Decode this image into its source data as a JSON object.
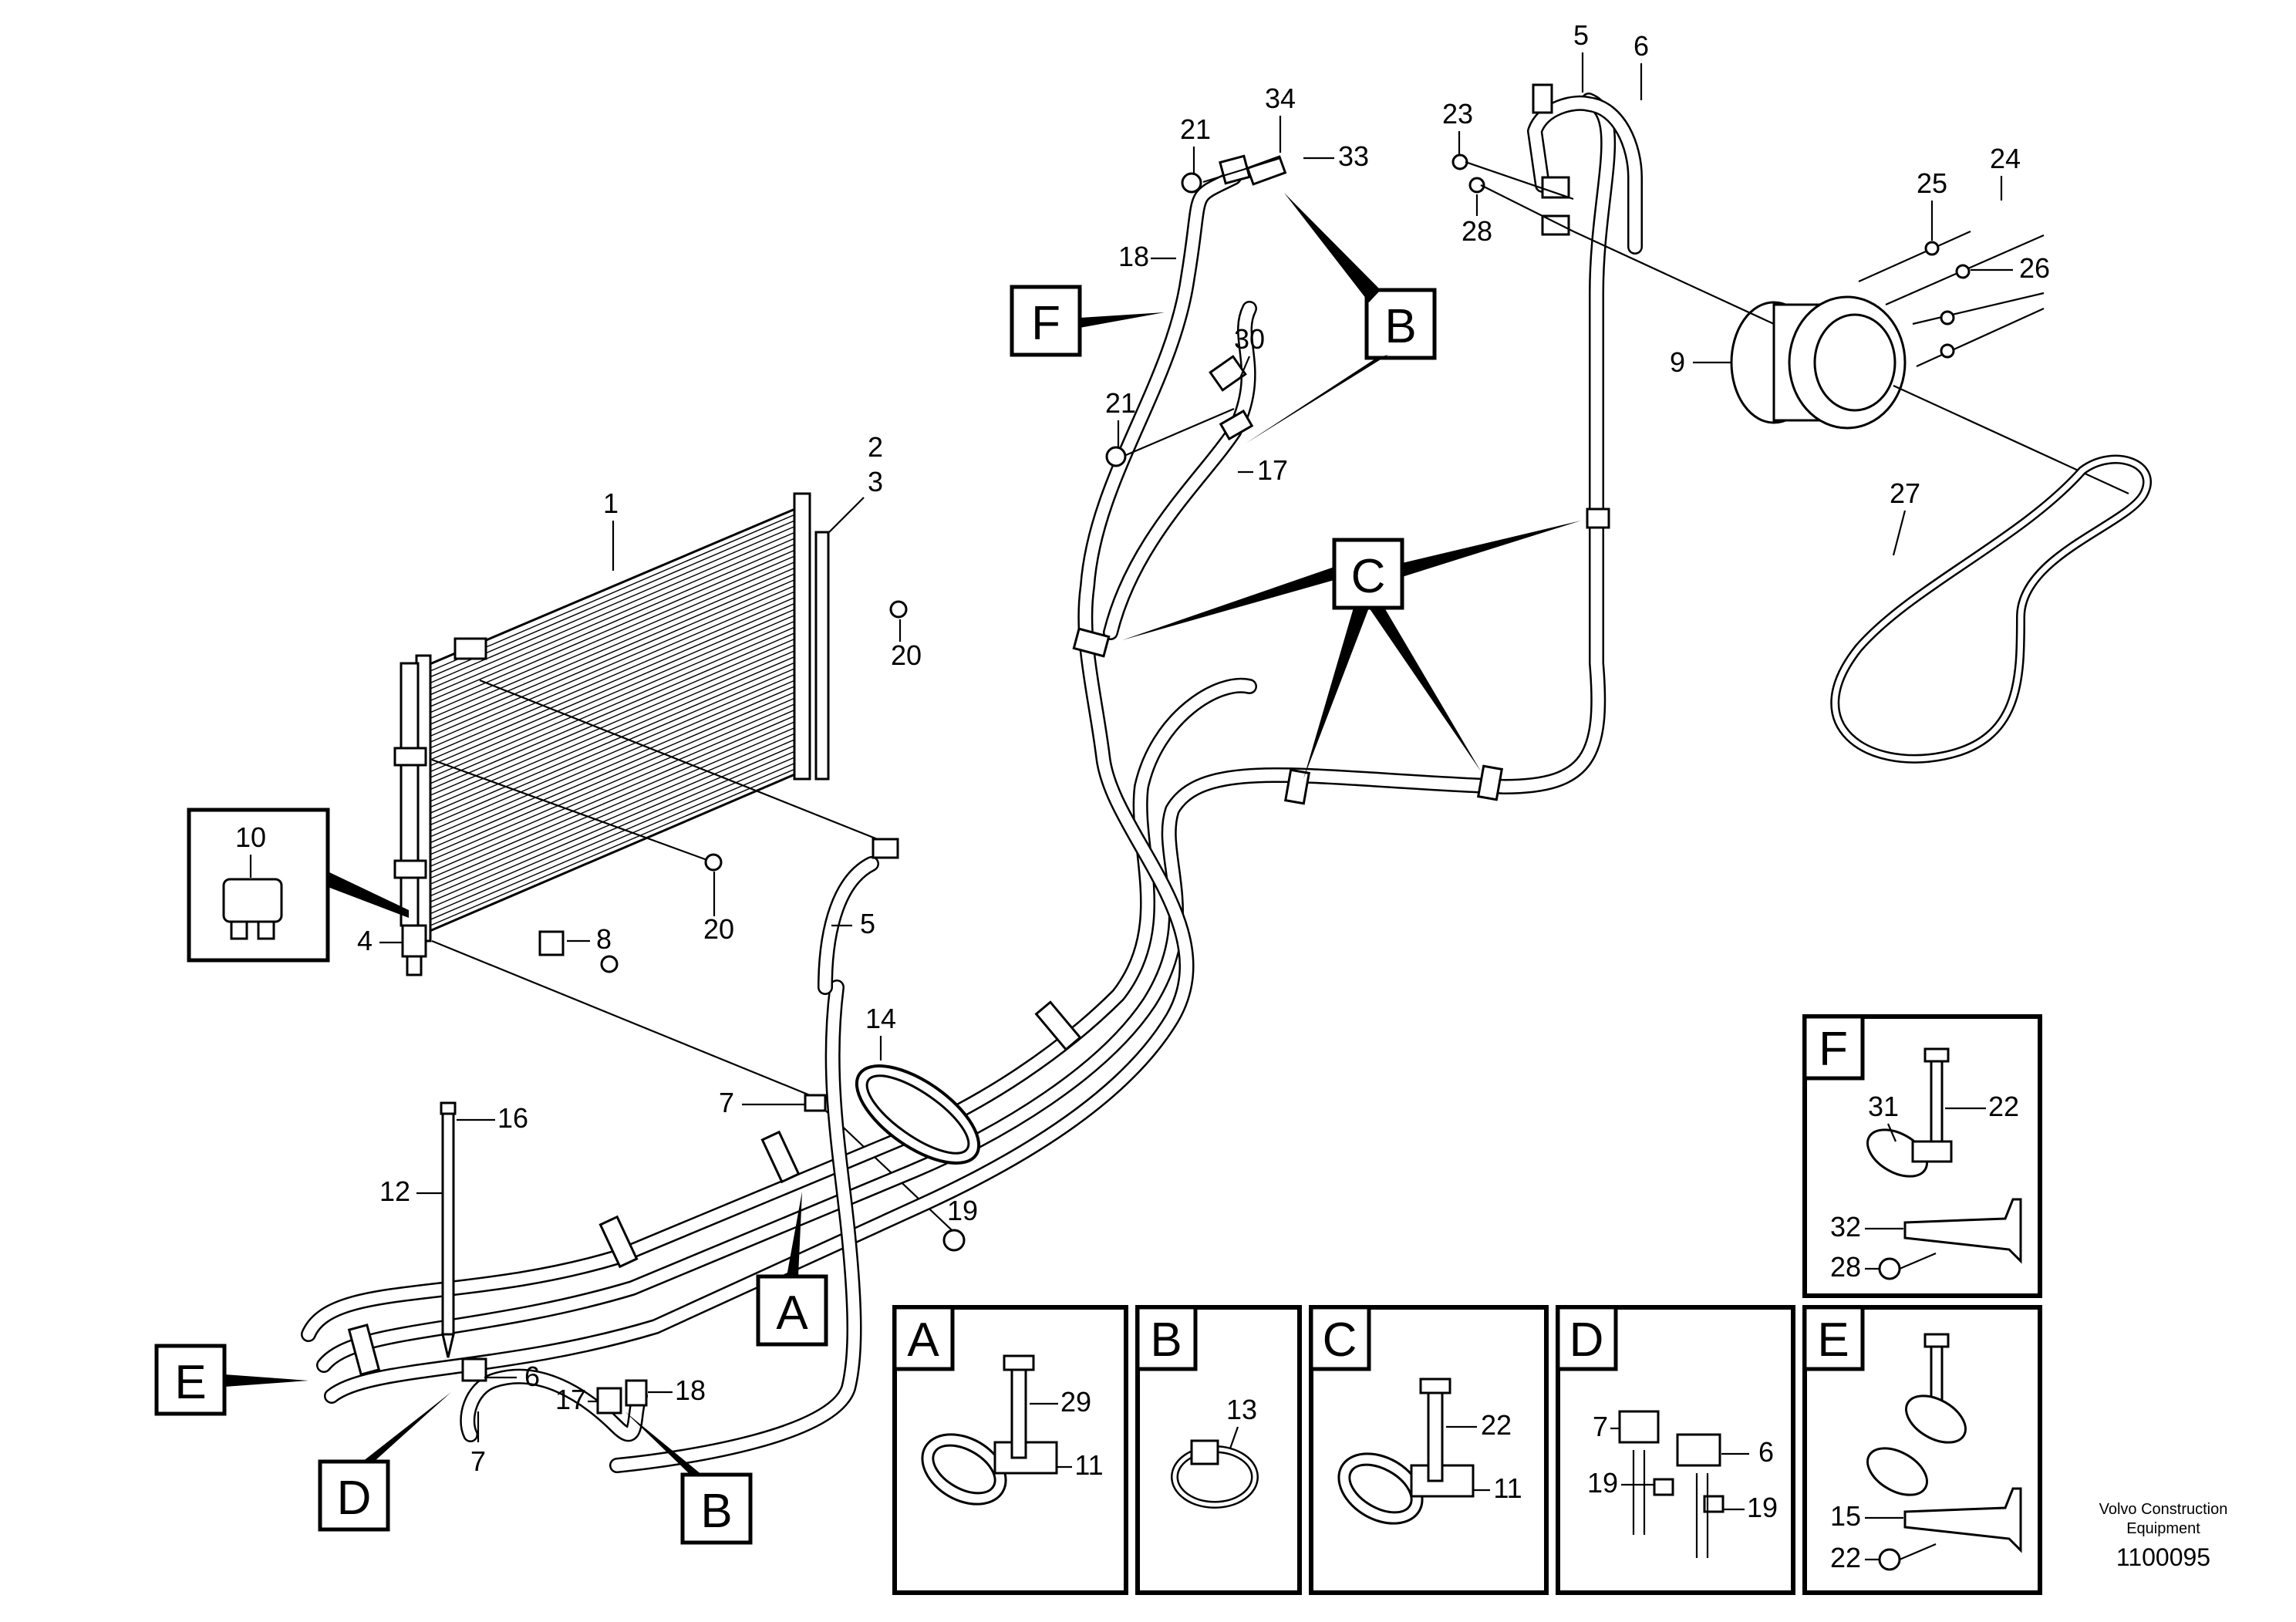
{
  "diagram": {
    "callouts": [
      {
        "id": "c1",
        "text": "1"
      },
      {
        "id": "c2",
        "text": "2"
      },
      {
        "id": "c3",
        "text": "3"
      },
      {
        "id": "c4",
        "text": "4"
      },
      {
        "id": "c5a",
        "text": "5"
      },
      {
        "id": "c5b",
        "text": "5"
      },
      {
        "id": "c6a",
        "text": "6"
      },
      {
        "id": "c6b",
        "text": "6"
      },
      {
        "id": "c7a",
        "text": "7"
      },
      {
        "id": "c7b",
        "text": "7"
      },
      {
        "id": "c8",
        "text": "8"
      },
      {
        "id": "c9",
        "text": "9"
      },
      {
        "id": "c10",
        "text": "10"
      },
      {
        "id": "c12",
        "text": "12"
      },
      {
        "id": "c14",
        "text": "14"
      },
      {
        "id": "c16",
        "text": "16"
      },
      {
        "id": "c17a",
        "text": "17"
      },
      {
        "id": "c17b",
        "text": "17"
      },
      {
        "id": "c18a",
        "text": "18"
      },
      {
        "id": "c18b",
        "text": "18"
      },
      {
        "id": "c19",
        "text": "19"
      },
      {
        "id": "c20a",
        "text": "20"
      },
      {
        "id": "c20b",
        "text": "20"
      },
      {
        "id": "c21a",
        "text": "21"
      },
      {
        "id": "c21b",
        "text": "21"
      },
      {
        "id": "c23",
        "text": "23"
      },
      {
        "id": "c24",
        "text": "24"
      },
      {
        "id": "c25",
        "text": "25"
      },
      {
        "id": "c26",
        "text": "26"
      },
      {
        "id": "c27",
        "text": "27"
      },
      {
        "id": "c28",
        "text": "28"
      },
      {
        "id": "c30",
        "text": "30"
      },
      {
        "id": "c33",
        "text": "33"
      },
      {
        "id": "c34",
        "text": "34"
      }
    ],
    "view_letters": [
      {
        "id": "vF",
        "text": "F"
      },
      {
        "id": "vB1",
        "text": "B"
      },
      {
        "id": "vB2",
        "text": "B"
      },
      {
        "id": "vC",
        "text": "C"
      },
      {
        "id": "vA",
        "text": "A"
      },
      {
        "id": "vE",
        "text": "E"
      },
      {
        "id": "vD",
        "text": "D"
      }
    ],
    "detail_views": [
      {
        "id": "A",
        "letter": "A",
        "labels": [
          "29",
          "11"
        ]
      },
      {
        "id": "B",
        "letter": "B",
        "labels": [
          "13"
        ]
      },
      {
        "id": "C",
        "letter": "C",
        "labels": [
          "22",
          "11"
        ]
      },
      {
        "id": "D",
        "letter": "D",
        "labels": [
          "7",
          "6",
          "19",
          "19"
        ]
      },
      {
        "id": "E",
        "letter": "E",
        "labels": [
          "15",
          "22"
        ]
      },
      {
        "id": "F",
        "letter": "F",
        "labels": [
          "31",
          "22",
          "32",
          "28"
        ]
      }
    ],
    "footer": {
      "brand_line1": "Volvo Construction",
      "brand_line2": "Equipment",
      "drawing_number": "1100095"
    }
  }
}
